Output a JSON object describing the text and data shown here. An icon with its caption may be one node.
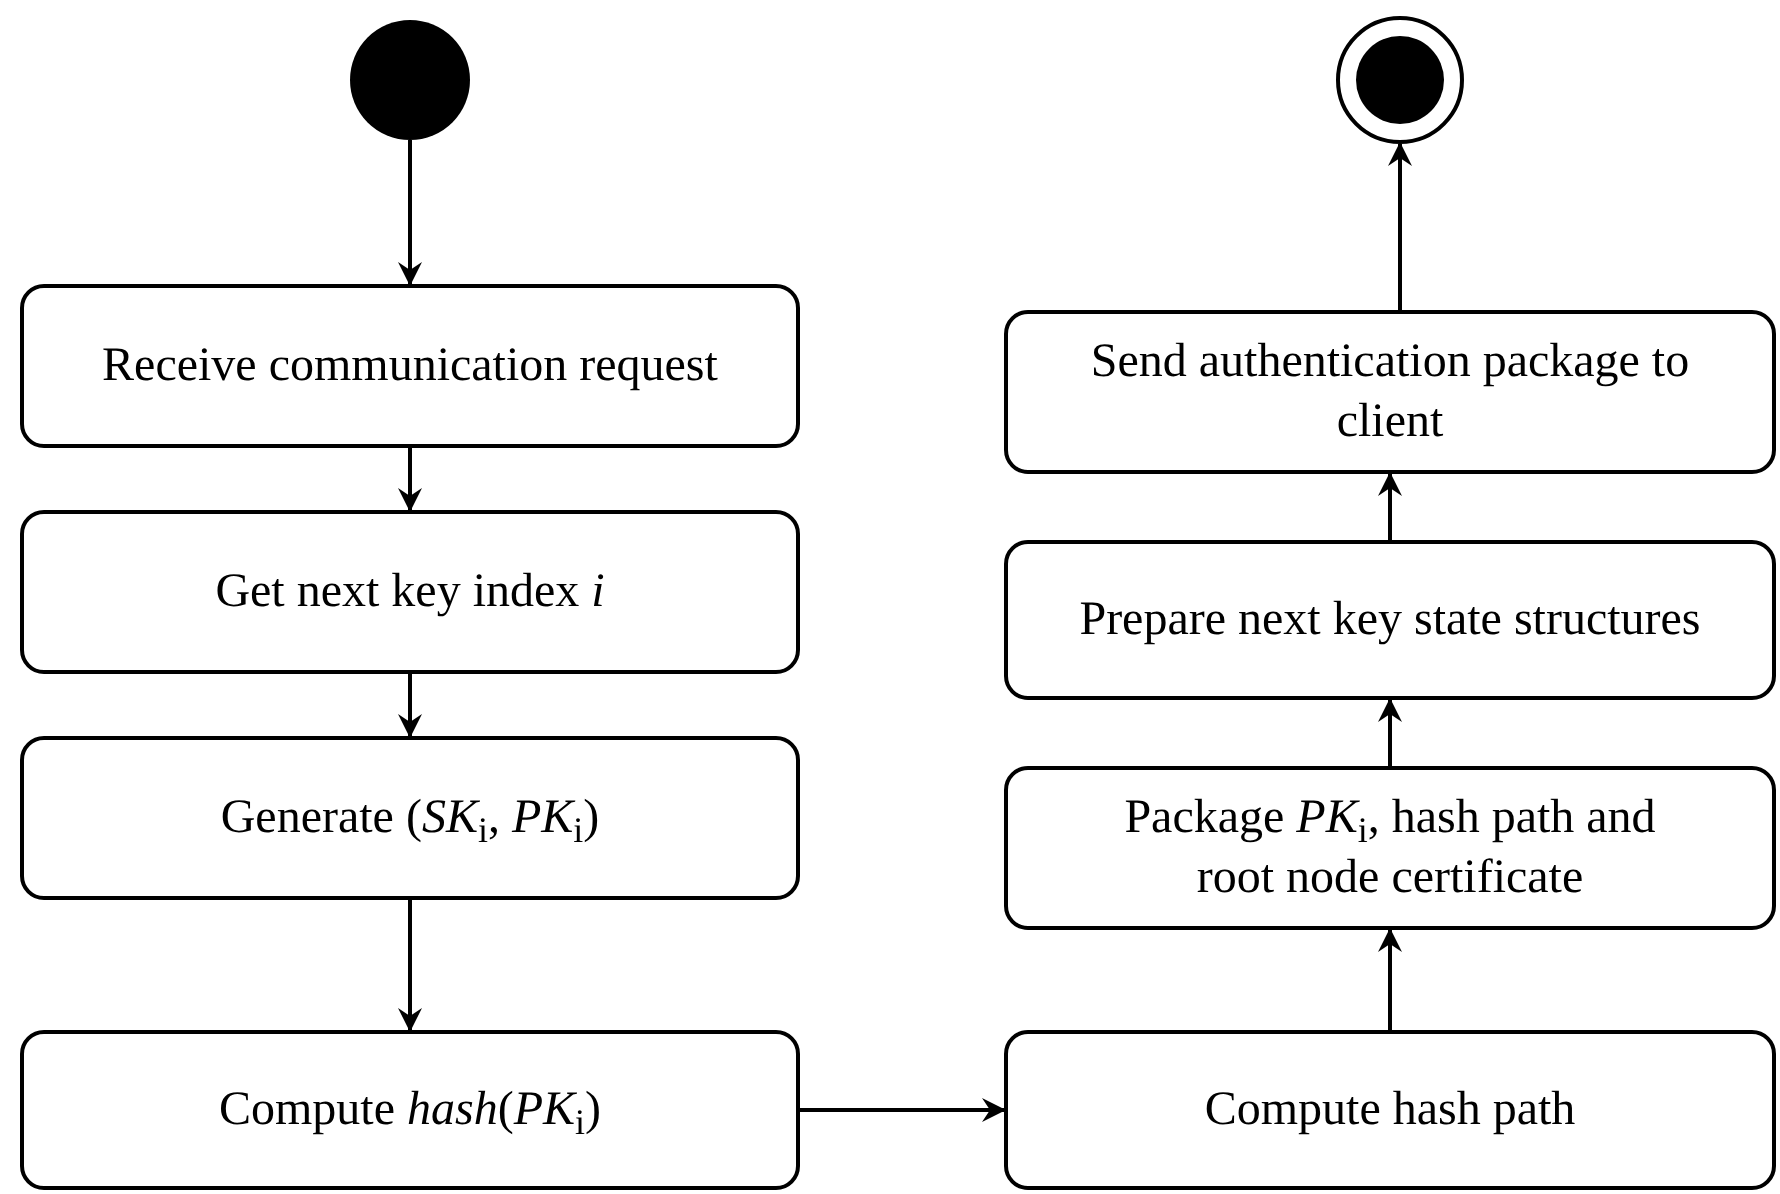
{
  "diagram": {
    "nodes": [
      {
        "text": [],
        "shape": "circle"
      },
      {
        "text": [
          "Receive communication request"
        ]
      },
      {
        "text": [
          "Get next key index *i*"
        ]
      },
      {
        "text": [
          "Generate (*SK*$_{i}$, *PK*$_{i}$)"
        ]
      },
      {
        "text": [
          "Compute *hash*(*PK*$_{i}$)"
        ]
      },
      {
        "text": [],
        "shape": "circle"
      },
      {
        "text": [
          "Send authentication package to client"
        ]
      },
      {
        "text": [
          "Prepare next key state structures"
        ]
      },
      {
        "text": [
          "Package *PK*$_{i}$, hash path and root node certificate"
        ]
      },
      {
        "text": [
          "Compute hash path"
        ]
      }
    ],
    "edges": [
      {
        "from": 0,
        "to": 1,
        "arrow": "to"
      },
      {
        "from": 1,
        "to": 2,
        "arrow": "to"
      },
      {
        "from": 2,
        "to": 3,
        "arrow": "to"
      },
      {
        "from": 3,
        "to": 4,
        "arrow": "to"
      },
      {
        "from": 4,
        "to": 9,
        "arrow": "to"
      },
      {
        "from": 9,
        "to": 8,
        "arrow": "to"
      },
      {
        "from": 8,
        "to": 7,
        "arrow": "to"
      },
      {
        "from": 7,
        "to": 6,
        "arrow": "to"
      },
      {
        "from": 6,
        "to": 5,
        "arrow": "to"
      }
    ]
  }
}
